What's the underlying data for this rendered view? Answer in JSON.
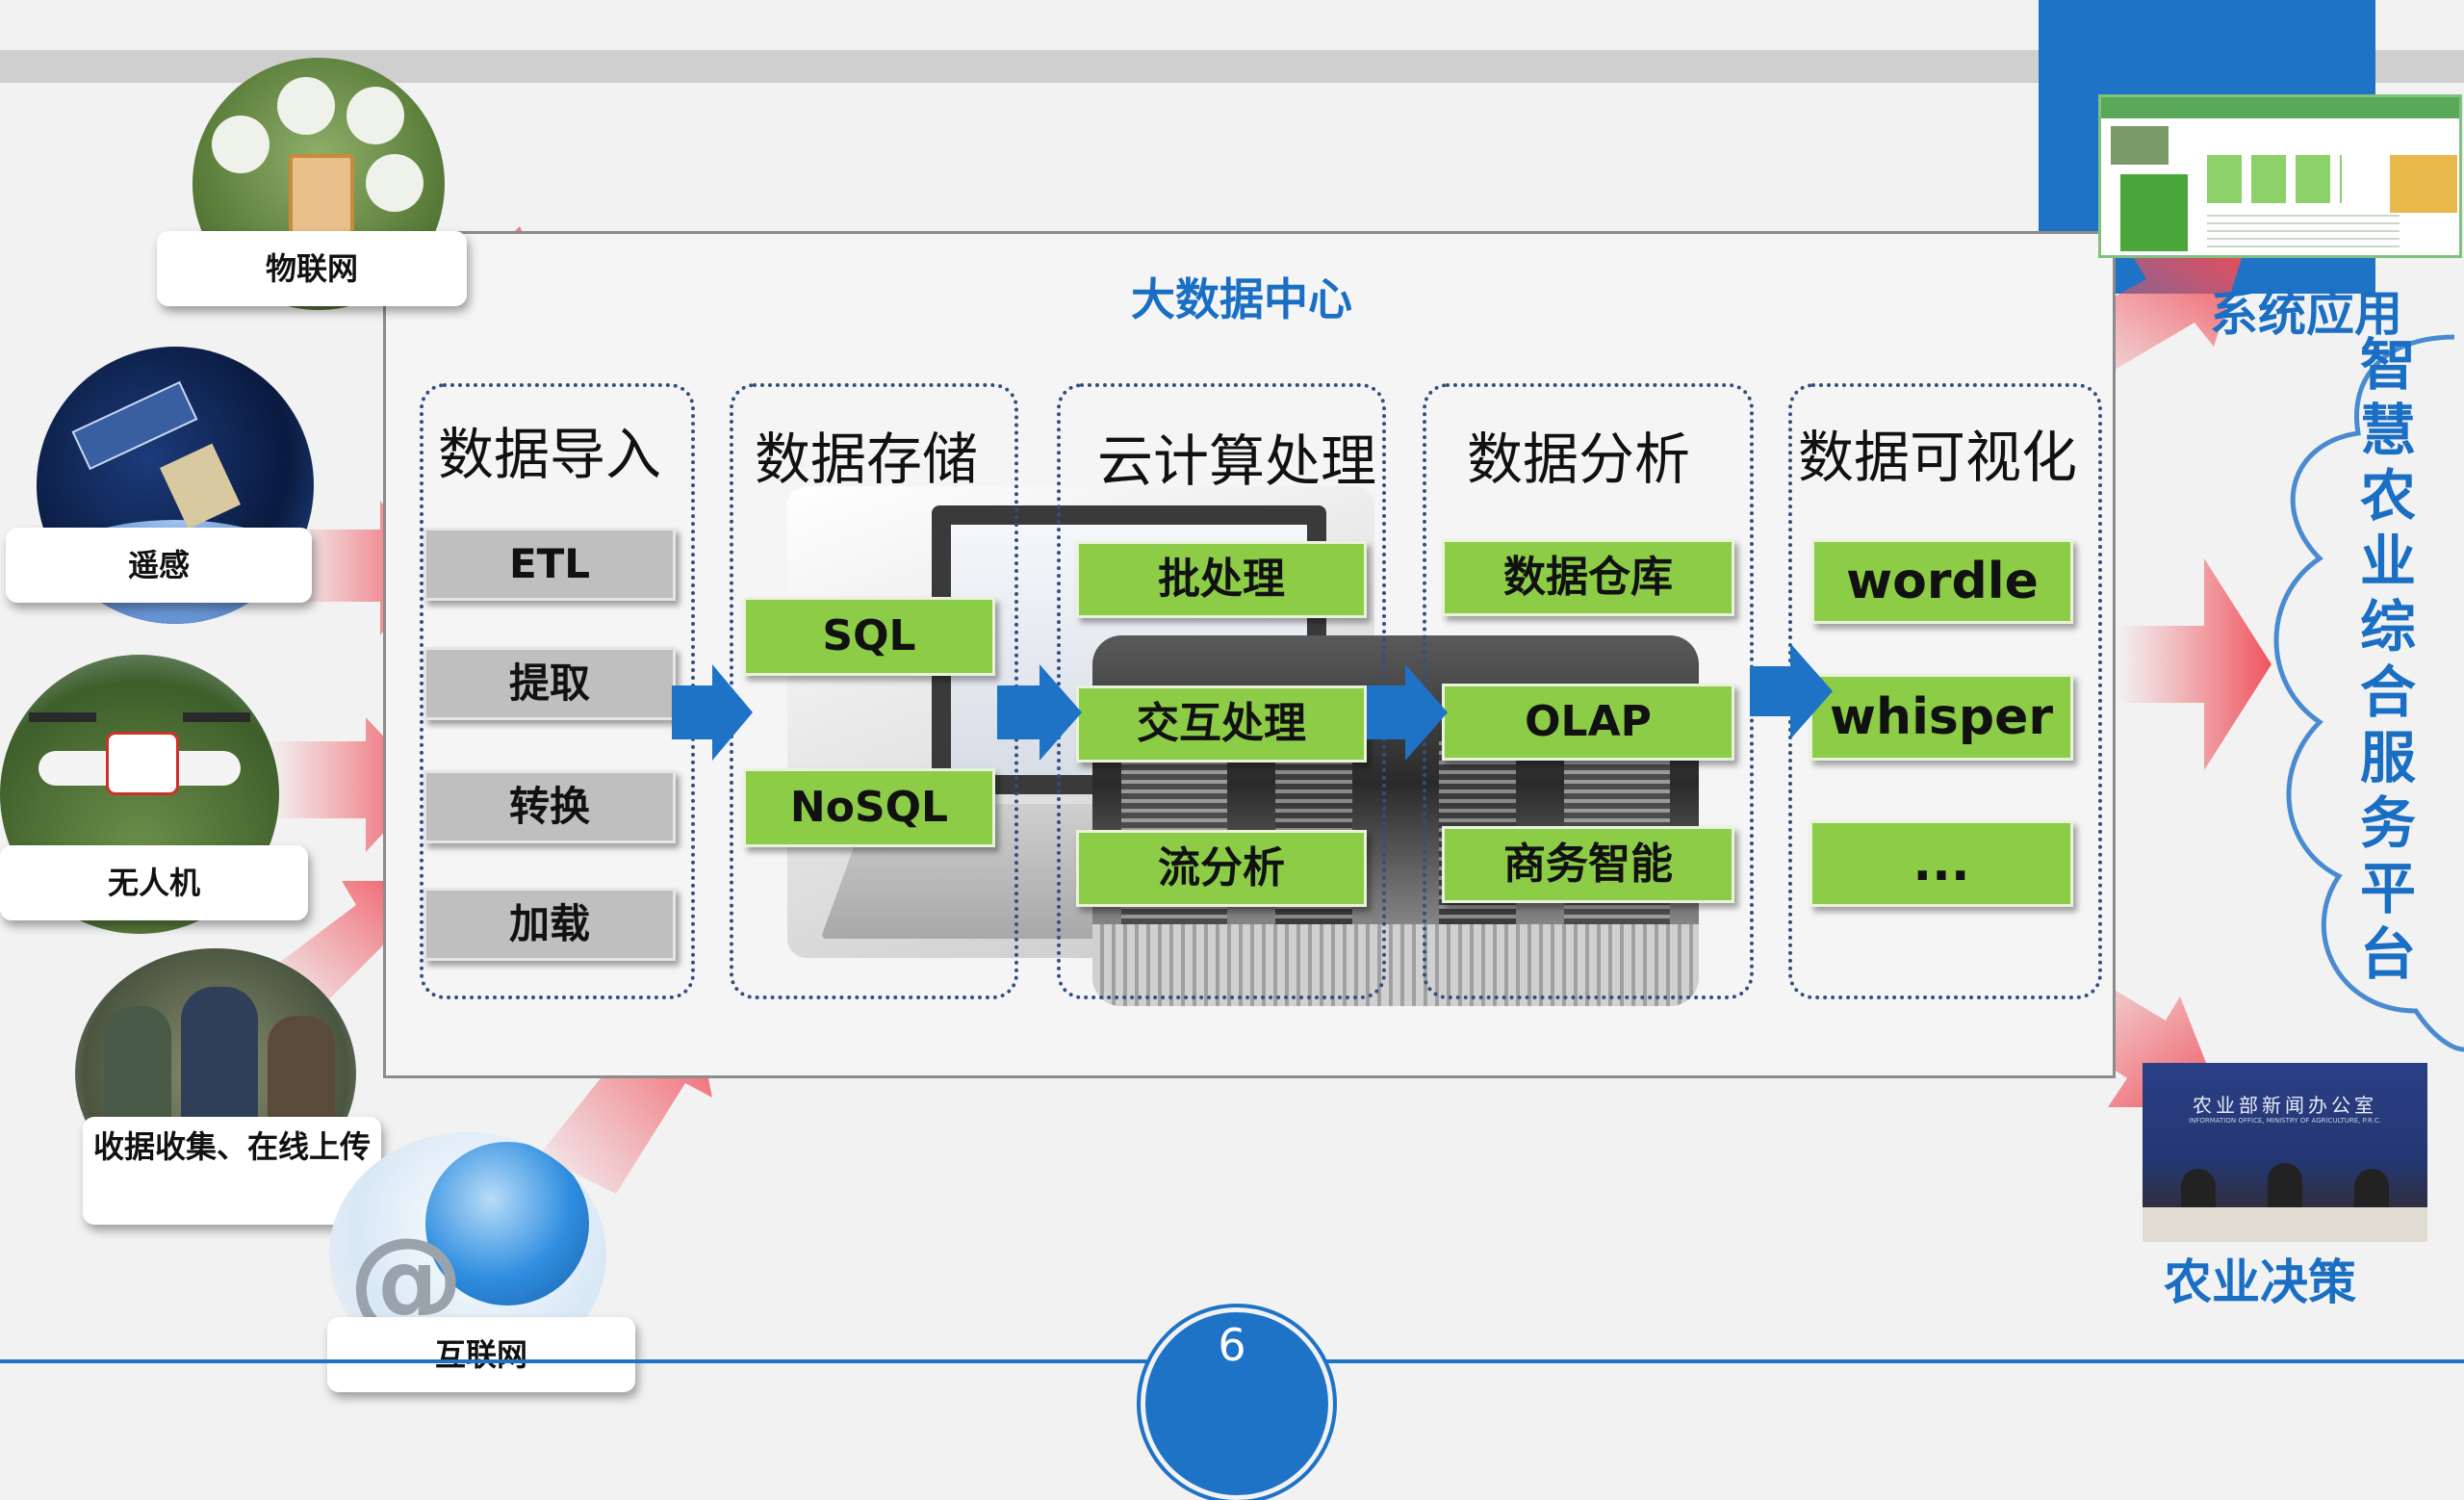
{
  "center": {
    "title": "大数据中心"
  },
  "stages": [
    {
      "title": "数据导入",
      "items": [
        "ETL",
        "提取",
        "转换",
        "加载"
      ]
    },
    {
      "title": "数据存储",
      "items": [
        "SQL",
        "NoSQL"
      ]
    },
    {
      "title": "云计算处理",
      "items": [
        "批处理",
        "交互处理",
        "流分析"
      ]
    },
    {
      "title": "数据分析",
      "items": [
        "数据仓库",
        "OLAP",
        "商务智能"
      ]
    },
    {
      "title": "数据可视化",
      "items": [
        "wordle",
        "whisper",
        "..."
      ]
    }
  ],
  "sources": [
    "物联网",
    "遥感",
    "无人机",
    "收据收集、在线上传",
    "互联网"
  ],
  "right": {
    "app_label": "系统应用",
    "platform_label": "智慧农业综合服务平台",
    "decision_label": "农业决策",
    "press_banner": "农业部新闻办公室",
    "press_banner_en": "INFORMATION OFFICE, MINISTRY OF AGRICULTURE, P.R.C."
  },
  "page_number": "6",
  "colors": {
    "accent": "#1e73c7",
    "green_box": "#8ccc46",
    "gray_box": "#bfbfbf",
    "arrow_red": "#f0606a"
  }
}
